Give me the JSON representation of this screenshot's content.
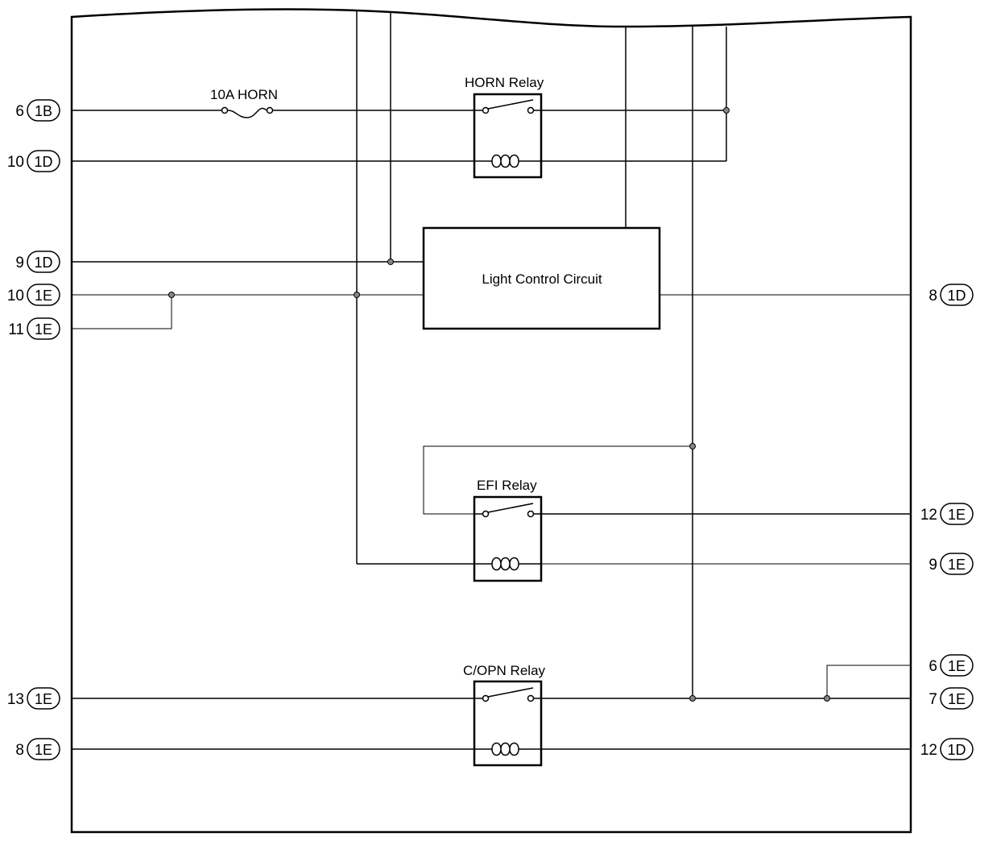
{
  "fuse": {
    "label": "10A HORN"
  },
  "relays": {
    "horn": {
      "label": "HORN Relay"
    },
    "efi": {
      "label": "EFI Relay"
    },
    "copn": {
      "label": "C/OPN Relay"
    }
  },
  "block": {
    "label": "Light Control Circuit"
  },
  "connectors": {
    "left": [
      {
        "pin": "6",
        "conn": "1B"
      },
      {
        "pin": "10",
        "conn": "1D"
      },
      {
        "pin": "9",
        "conn": "1D"
      },
      {
        "pin": "10",
        "conn": "1E"
      },
      {
        "pin": "11",
        "conn": "1E"
      },
      {
        "pin": "13",
        "conn": "1E"
      },
      {
        "pin": "8",
        "conn": "1E"
      }
    ],
    "right": [
      {
        "pin": "8",
        "conn": "1D"
      },
      {
        "pin": "12",
        "conn": "1E"
      },
      {
        "pin": "9",
        "conn": "1E"
      },
      {
        "pin": "6",
        "conn": "1E"
      },
      {
        "pin": "7",
        "conn": "1E"
      },
      {
        "pin": "12",
        "conn": "1D"
      }
    ]
  }
}
